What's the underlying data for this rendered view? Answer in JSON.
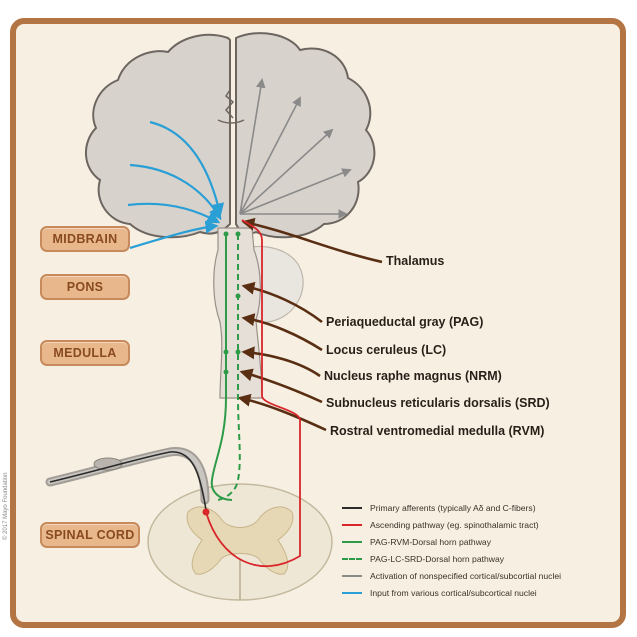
{
  "regions": [
    {
      "id": "midbrain",
      "label": "MIDBRAIN"
    },
    {
      "id": "pons",
      "label": "PONS"
    },
    {
      "id": "medulla",
      "label": "MEDULLA"
    },
    {
      "id": "spinal_cord",
      "label": "SPINAL CORD"
    }
  ],
  "structure_labels": [
    {
      "id": "thalamus",
      "label": "Thalamus"
    },
    {
      "id": "pag",
      "label": "Periaqueductal gray (PAG)"
    },
    {
      "id": "lc",
      "label": "Locus ceruleus (LC)"
    },
    {
      "id": "nrm",
      "label": "Nucleus raphe magnus (NRM)"
    },
    {
      "id": "srd",
      "label": "Subnucleus reticularis dorsalis (SRD)"
    },
    {
      "id": "rvm",
      "label": "Rostral ventromedial medulla (RVM)"
    }
  ],
  "legend": [
    {
      "label": "Primary afferents (typically Aδ and C-fibers)",
      "color": "#2b2b2b",
      "style": "solid"
    },
    {
      "label": "Ascending pathway (eg. spinothalamic tract)",
      "color": "#d8262b",
      "style": "solid"
    },
    {
      "label": "PAG-RVM-Dorsal horn pathway",
      "color": "#2e9b48",
      "style": "solid"
    },
    {
      "label": "PAG-LC-SRD-Dorsal horn pathway",
      "color": "#2e9b48",
      "style": "dashed"
    },
    {
      "label": "Activation of nonspecified cortical/subcortial nuclei",
      "color": "#8a8a8a",
      "style": "solid"
    },
    {
      "label": "Input from various cortical/subcortical nuclei",
      "color": "#2a9fd6",
      "style": "solid"
    }
  ],
  "credit": "© 2017 Mayo Foundation"
}
